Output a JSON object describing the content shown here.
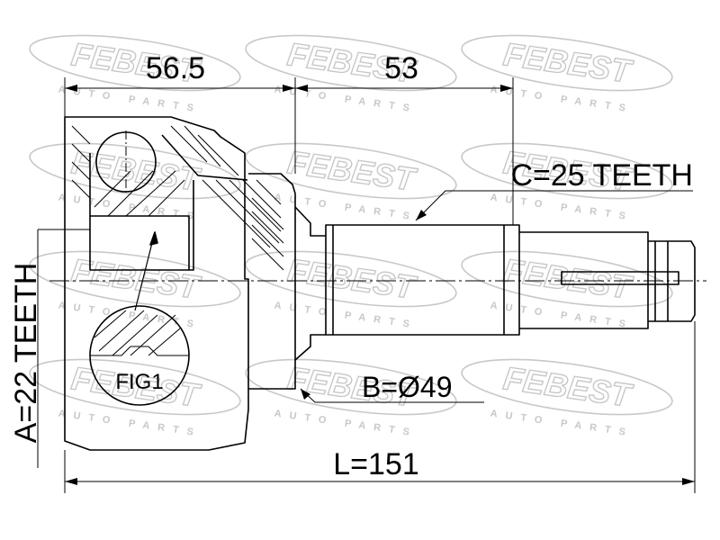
{
  "dimensions": {
    "top_left": "56.5",
    "top_right": "53",
    "spline_c": "C=25 TEETH",
    "spline_a": "A=22 TEETH",
    "diameter_b": "B=Ø49",
    "length_l": "L=151"
  },
  "figure_label": "FIG1",
  "watermark": {
    "brand": "FEBEST",
    "sub": "AUTO PARTS"
  },
  "colors": {
    "line": "#000000",
    "watermark": "#c8c8c8"
  }
}
